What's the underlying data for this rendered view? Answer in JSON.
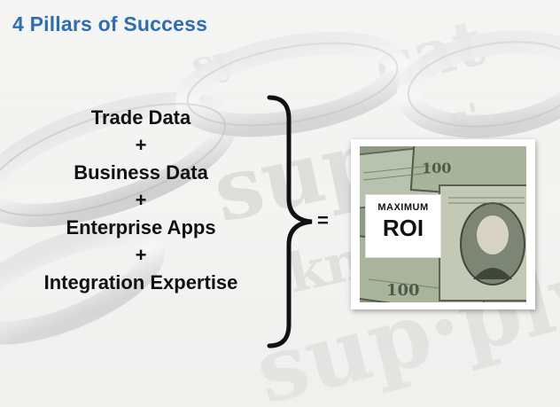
{
  "slide": {
    "title": "4 Pillars of Success",
    "equation": {
      "terms": [
        "Trade Data",
        "Business Data",
        "Enterprise Apps",
        "Integration Expertise"
      ],
      "operator": "+",
      "equals": "="
    },
    "result": {
      "label_small": "MAXIMUM",
      "label_big": "ROI"
    }
  },
  "colors": {
    "title": "#2e6db4",
    "text": "#111111"
  }
}
